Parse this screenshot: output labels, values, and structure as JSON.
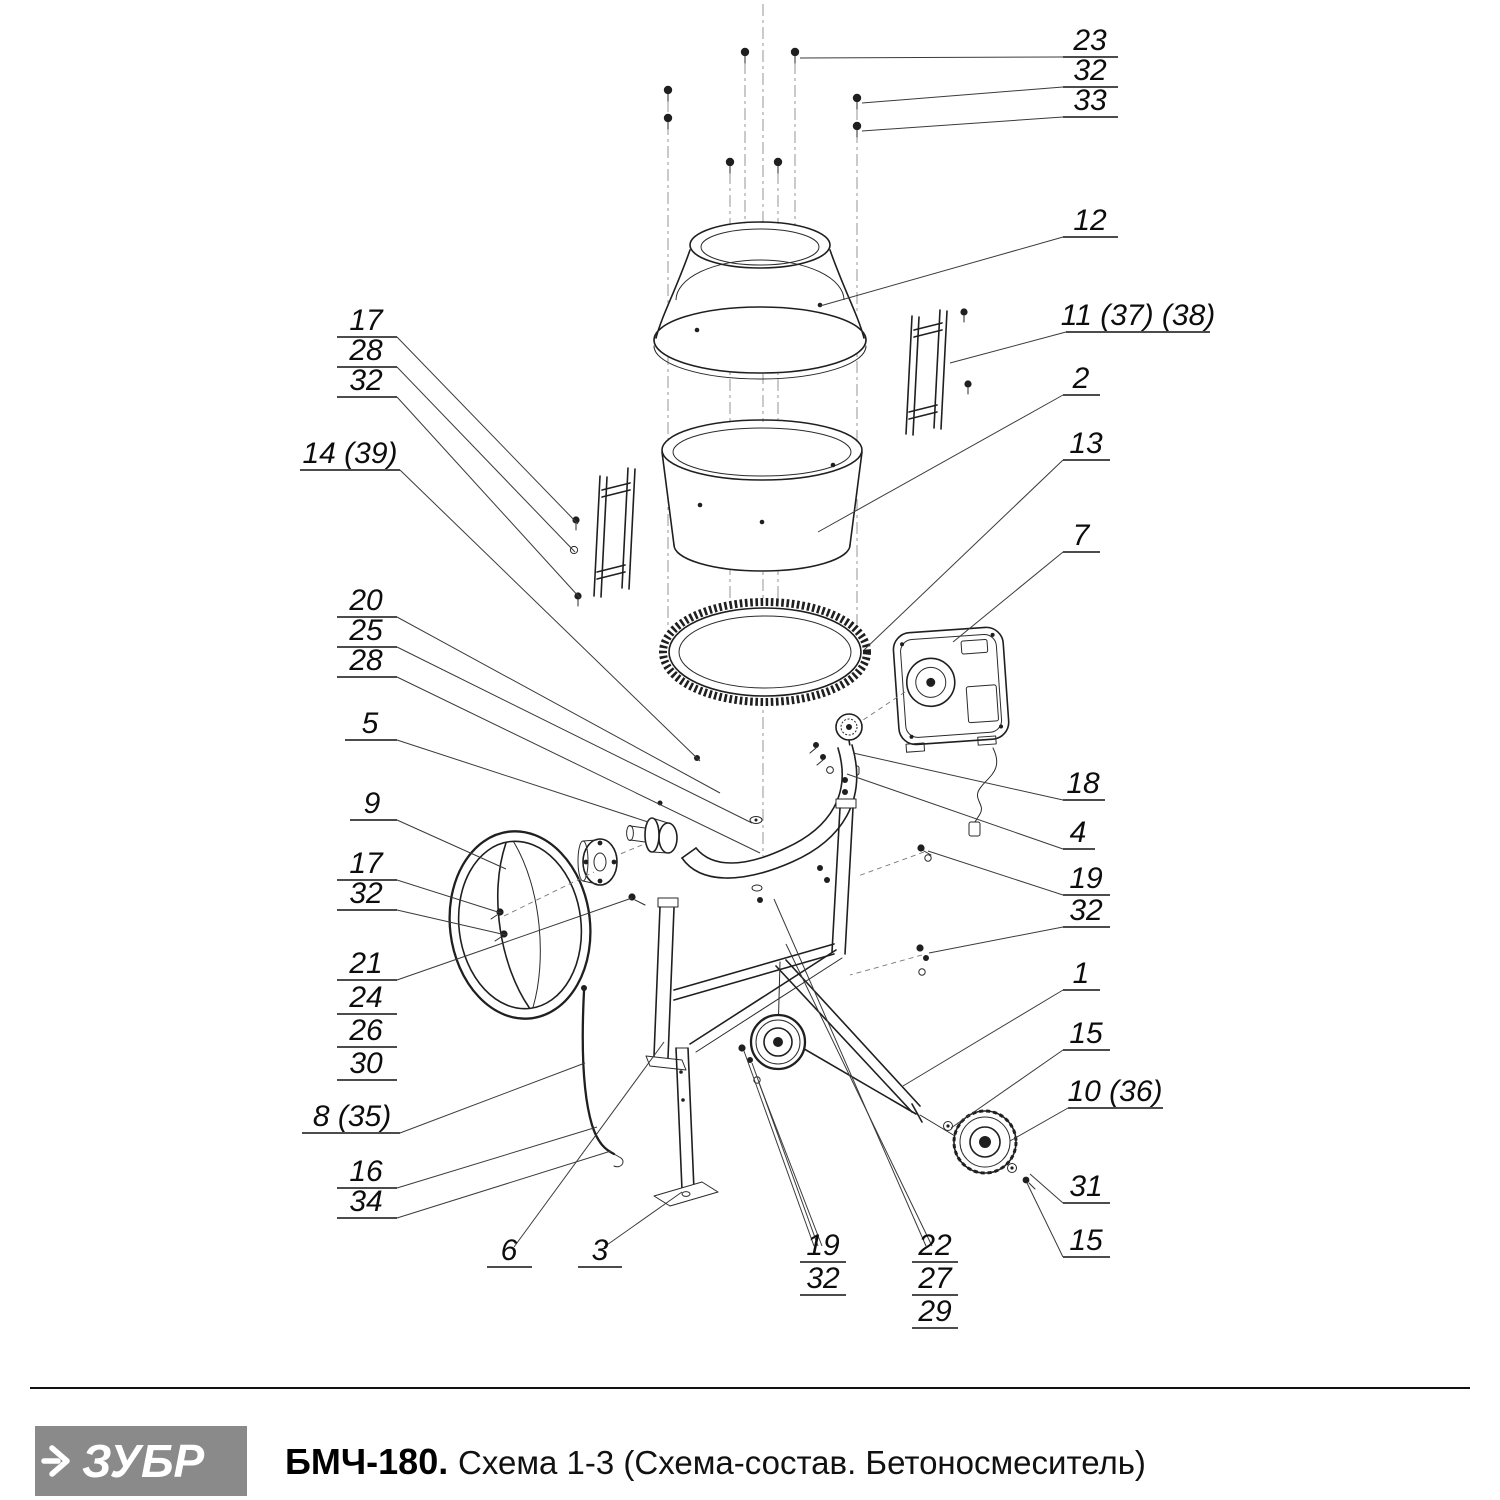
{
  "footer": {
    "logo_text": "ЗУБР",
    "model": "БМЧ-180.",
    "subtitle": "Схема 1-3 (Схема-состав. Бетоносмеситель)"
  },
  "colors": {
    "line": "#1f1f1f",
    "logo_bg": "#8a8a8a",
    "logo_text": "#ffffff"
  },
  "callouts": [
    {
      "text": "23"
    },
    {
      "text": "32"
    },
    {
      "text": "33"
    },
    {
      "text": "12"
    },
    {
      "text": "11 (37) (38)"
    },
    {
      "text": "2"
    },
    {
      "text": "13"
    },
    {
      "text": "7"
    },
    {
      "text": "17"
    },
    {
      "text": "28"
    },
    {
      "text": "32"
    },
    {
      "text": "14 (39)"
    },
    {
      "text": "20"
    },
    {
      "text": "25"
    },
    {
      "text": "28"
    },
    {
      "text": "5"
    },
    {
      "text": "9"
    },
    {
      "text": "17"
    },
    {
      "text": "32"
    },
    {
      "text": "21"
    },
    {
      "text": "24"
    },
    {
      "text": "26"
    },
    {
      "text": "30"
    },
    {
      "text": "8 (35)"
    },
    {
      "text": "16"
    },
    {
      "text": "34"
    },
    {
      "text": "6"
    },
    {
      "text": "3"
    },
    {
      "text": "18"
    },
    {
      "text": "4"
    },
    {
      "text": "19"
    },
    {
      "text": "32"
    },
    {
      "text": "1"
    },
    {
      "text": "15"
    },
    {
      "text": "10 (36)"
    },
    {
      "text": "31"
    },
    {
      "text": "15"
    },
    {
      "text": "19"
    },
    {
      "text": "32"
    },
    {
      "text": "22"
    },
    {
      "text": "27"
    },
    {
      "text": "29"
    }
  ]
}
